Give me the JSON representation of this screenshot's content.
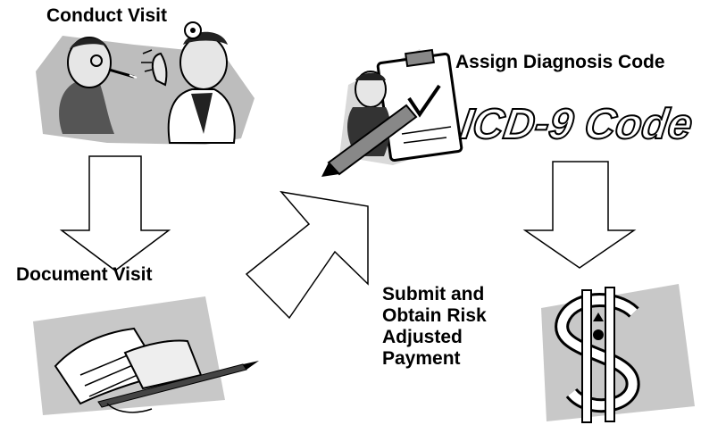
{
  "steps": {
    "conduct": "Conduct Visit",
    "document": "Document Visit",
    "assign": "Assign Diagnosis Code",
    "submit": "Submit and\nObtain Risk\nAdjusted\nPayment"
  },
  "icd_code_text": "ICD-9 Code",
  "icons": {
    "conduct": "doctor-patient-clipart",
    "document": "documents-and-pen-clipart",
    "assign": "clipboard-pencil-clipart",
    "submit": "dollar-sign-clipart"
  },
  "colors": {
    "ink": "#000000",
    "arrow_fill": "#ffffff",
    "shadow": "#bdbdbd"
  }
}
